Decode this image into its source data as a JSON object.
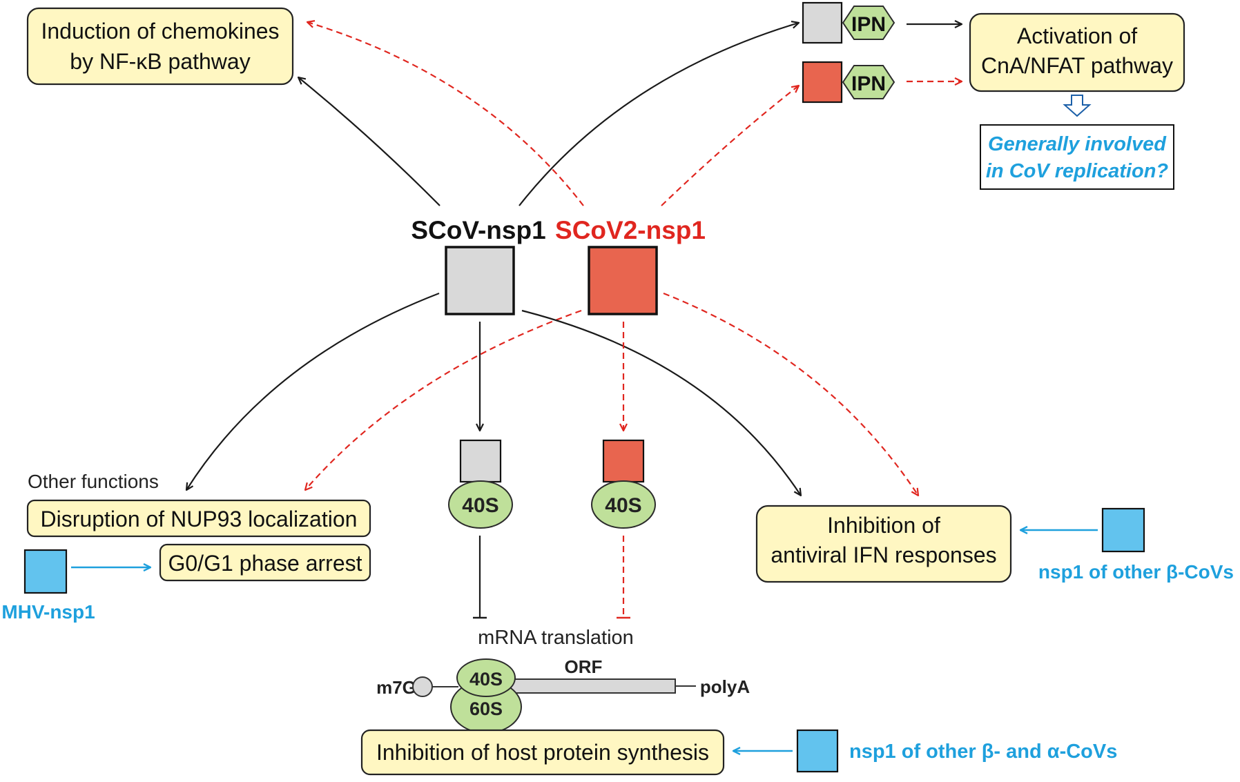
{
  "nodes": {
    "scov_nsp1": "SCoV-nsp1",
    "scov2_nsp1": "SCoV2-nsp1",
    "nfkb": [
      "Induction of chemokines",
      "by NF-κB pathway"
    ],
    "cna_nfat": [
      "Activation of",
      "CnA/NFAT pathway"
    ],
    "cov_replication": [
      "Generally involved",
      "in CoV replication?"
    ],
    "ipn": "IPN",
    "other_functions": "Other functions",
    "nup93": "Disruption of NUP93 localization",
    "g0g1": "G0/G1 phase arrest",
    "mhv_nsp1": "MHV-nsp1",
    "ribosome_40s": "40S",
    "ribosome_60s": "60S",
    "ifn": [
      "Inhibition of",
      "antiviral IFN responses"
    ],
    "nsp1_beta": "nsp1 of other β-CoVs",
    "mrna_translation": "mRNA translation",
    "m7g": "m7G",
    "orf": "ORF",
    "polya": "polyA",
    "host_protein": "Inhibition of host protein synthesis",
    "nsp1_beta_alpha": "nsp1 of other β- and α-CoVs"
  },
  "colors": {
    "sars_cov": "#d9d9d9",
    "sars_cov2": "#e8654f",
    "other_cov": "#62c3ee",
    "label_red": "#e0261f",
    "label_blue": "#1ea0dd",
    "box_fill": "#fff7c2",
    "ribosome": "#bfe09a"
  }
}
